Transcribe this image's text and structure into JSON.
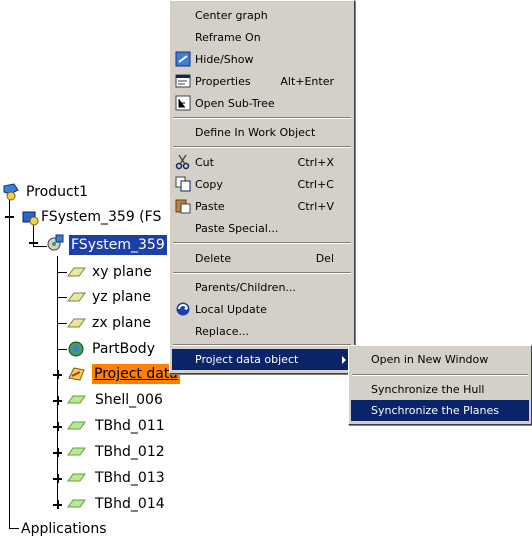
{
  "tree": {
    "root": "Product1",
    "system": "FSystem_359 (FS",
    "selected": "FSystem_359",
    "children": [
      "xy plane",
      "yz plane",
      "zx plane",
      "PartBody",
      "Project data",
      "Shell_006",
      "TBhd_011",
      "TBhd_012",
      "TBhd_013",
      "TBhd_014"
    ],
    "footer": "Applications"
  },
  "menu": {
    "items": [
      {
        "label": "Center graph"
      },
      {
        "label": "Reframe On"
      },
      {
        "label": "Hide/Show"
      },
      {
        "label": "Properties",
        "shortcut": "Alt+Enter"
      },
      {
        "label": "Open Sub-Tree"
      },
      {
        "label": "Define In Work Object"
      },
      {
        "label": "Cut",
        "shortcut": "Ctrl+X"
      },
      {
        "label": "Copy",
        "shortcut": "Ctrl+C"
      },
      {
        "label": "Paste",
        "shortcut": "Ctrl+V"
      },
      {
        "label": "Paste Special..."
      },
      {
        "label": "Delete",
        "shortcut": "Del"
      },
      {
        "label": "Parents/Children..."
      },
      {
        "label": "Local Update"
      },
      {
        "label": "Replace..."
      },
      {
        "label": "Project data object"
      }
    ]
  },
  "submenu": {
    "items": [
      {
        "label": "Open in New Window"
      },
      {
        "label": "Synchronize the Hull"
      },
      {
        "label": "Synchronize the Planes"
      }
    ]
  }
}
